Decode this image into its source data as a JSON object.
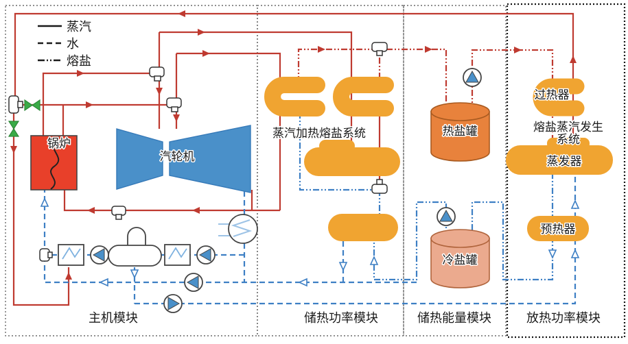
{
  "legend": {
    "steam": "蒸汽",
    "water": "水",
    "salt": "熔盐"
  },
  "components": {
    "boiler": "锅炉",
    "turbine": "汽轮机",
    "steam_salt_heater_system": "蒸汽加热熔盐系统",
    "hot_tank": "热盐罐",
    "cold_tank": "冷盐罐",
    "superheater": "过热器",
    "salt_steam_gen_line1": "熔盐蒸汽发生",
    "salt_steam_gen_line2": "系统",
    "evaporator": "蒸发器",
    "preheater": "预热器"
  },
  "modules": {
    "main": "主机模块",
    "charge_power": "储热功率模块",
    "storage_energy": "储热能量模块",
    "discharge_power": "放热功率模块"
  },
  "colors": {
    "steam_line": "#bf3a30",
    "water_line": "#3d7fc4",
    "hot_salt_line": "#bf3a30",
    "cold_salt_line": "#3d7fc4",
    "exchanger_orange": "#f0a431",
    "hot_tank_fill": "#e8823c",
    "cold_tank_fill": "#ebaa8e",
    "turbine_blue": "#4a90c9",
    "boiler_red": "#e8402a",
    "valve_green": "#3aab47"
  }
}
